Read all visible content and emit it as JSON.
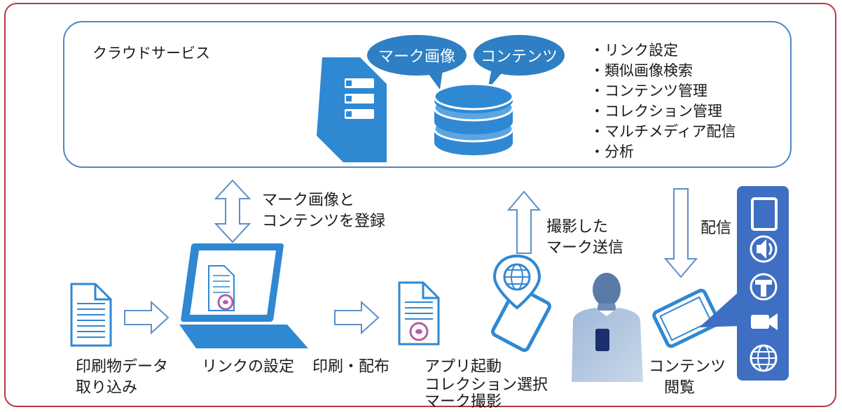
{
  "cloud": {
    "title": "クラウドサービス",
    "bubbles": {
      "mark_image": "マーク画像",
      "contents": "コンテンツ"
    },
    "features": [
      "・リンク設定",
      "・類似画像検索",
      "・コンテンツ管理",
      "・コレクション管理",
      "・マルチメディア配信",
      "・分析"
    ]
  },
  "arrows": {
    "register": [
      "マーク画像と",
      "コンテンツを登録"
    ],
    "send": [
      "撮影した",
      "マーク送信"
    ],
    "deliver": "配信"
  },
  "steps": {
    "import": [
      "印刷物データ",
      "取り込み"
    ],
    "link": "リンクの設定",
    "print": "印刷・配布",
    "app": [
      "アプリ起動",
      "コレクション選択",
      "マーク撮影"
    ],
    "view": [
      "コンテンツ",
      "閲覧"
    ]
  },
  "icons": [
    "server-icon",
    "database-icon",
    "document-icon",
    "laptop-icon",
    "tablet-globe-icon",
    "person-smartphone-icon",
    "tablet-icon",
    "media-panel"
  ],
  "colors": {
    "border": "#b5383d",
    "cloud_border": "#4f86c6",
    "accent": "#2e7fc4",
    "panel": "#3f6fc2",
    "mark": "#b05fa8"
  }
}
